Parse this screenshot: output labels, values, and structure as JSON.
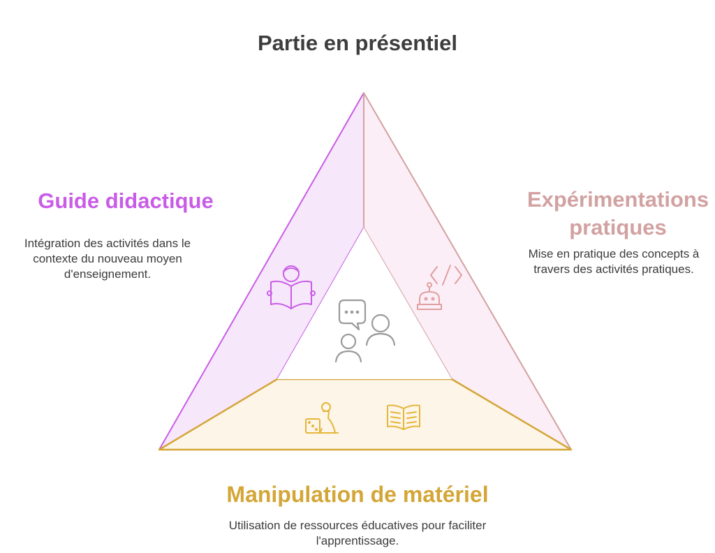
{
  "title": "Partie en présentiel",
  "sections": {
    "guide": {
      "title": "Guide didactique",
      "description": "Intégration des activités dans le contexte du nouveau moyen d'enseignement.",
      "color": "#c95ce6",
      "fill": "#f5e6fa",
      "icon": "reading-child-icon"
    },
    "experimentation": {
      "title": "Expérimentations pratiques",
      "description": "Mise en pratique des concepts à travers des activités pratiques.",
      "color": "#d2a1a1",
      "fill": "#fbeef6",
      "icon": "coding-robot-icon"
    },
    "manipulation": {
      "title": "Manipulation de matériel",
      "description": "Utilisation de ressources éducatives pour faciliter l'apprentissage.",
      "color": "#d4a637",
      "fill": "#fdf5e7",
      "icons": [
        "dice-pawn-icon",
        "open-book-icon"
      ]
    },
    "center": {
      "icon": "discussion-people-icon",
      "color": "#999999"
    }
  }
}
